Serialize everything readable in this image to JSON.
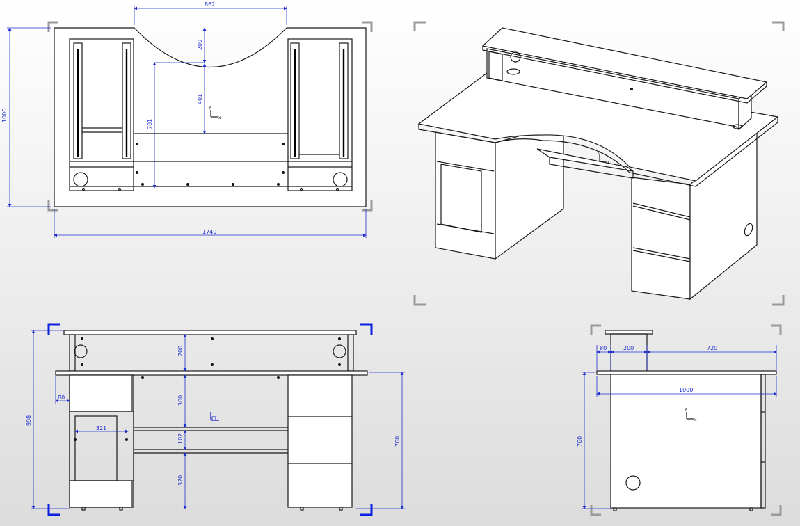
{
  "views": {
    "top": {
      "dims": {
        "width_top": "862",
        "total_width": "1740",
        "depth": "1000",
        "cutout": "200",
        "inner_depth": "401",
        "side_depth": "701"
      }
    },
    "front": {
      "dims": {
        "total_height": "998",
        "superstructure_height": "200",
        "drawer_height": "300",
        "shelf_gap": "102",
        "lower_height": "320",
        "table_height": "760",
        "door_width": "321",
        "offset": "80"
      }
    },
    "side": {
      "dims": {
        "offset": "80",
        "shelf_depth": "200",
        "rear_depth": "720",
        "depth": "1000",
        "height": "760"
      }
    }
  },
  "colors": {
    "dimension": "#1f2fd0",
    "selection": "#0a1fe0",
    "frame": "#9a9a9a",
    "line": "#1a1a1a"
  }
}
